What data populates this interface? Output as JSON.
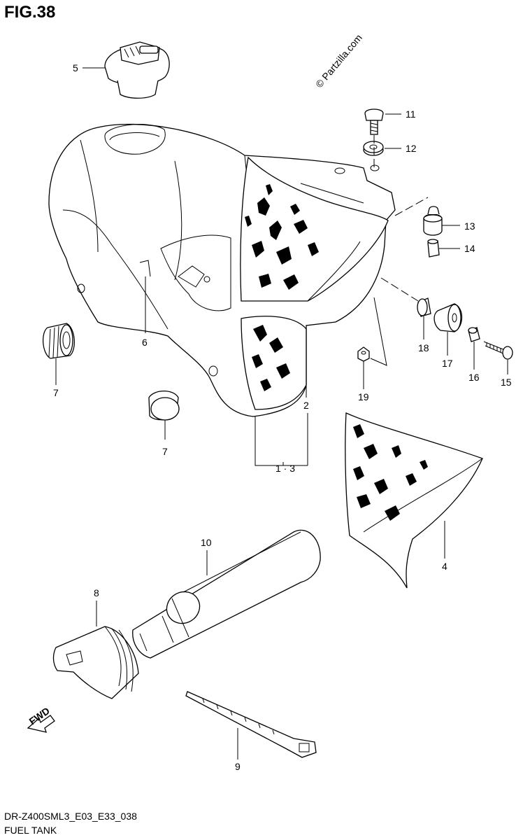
{
  "title": "FIG.38",
  "footer": {
    "code": "DR-Z400SML3_E03_E33_038",
    "name": "FUEL TANK"
  },
  "watermark": "© Partzilla.com",
  "fwd_label": "FWD",
  "callouts": {
    "c1_3": "1 · 3",
    "c2": "2",
    "c4": "4",
    "c5": "5",
    "c6": "6",
    "c7a": "7",
    "c7b": "7",
    "c8": "8",
    "c9": "9",
    "c10": "10",
    "c11": "11",
    "c12": "12",
    "c13": "13",
    "c14": "14",
    "c15": "15",
    "c16": "16",
    "c17": "17",
    "c18": "18",
    "c19": "19"
  }
}
